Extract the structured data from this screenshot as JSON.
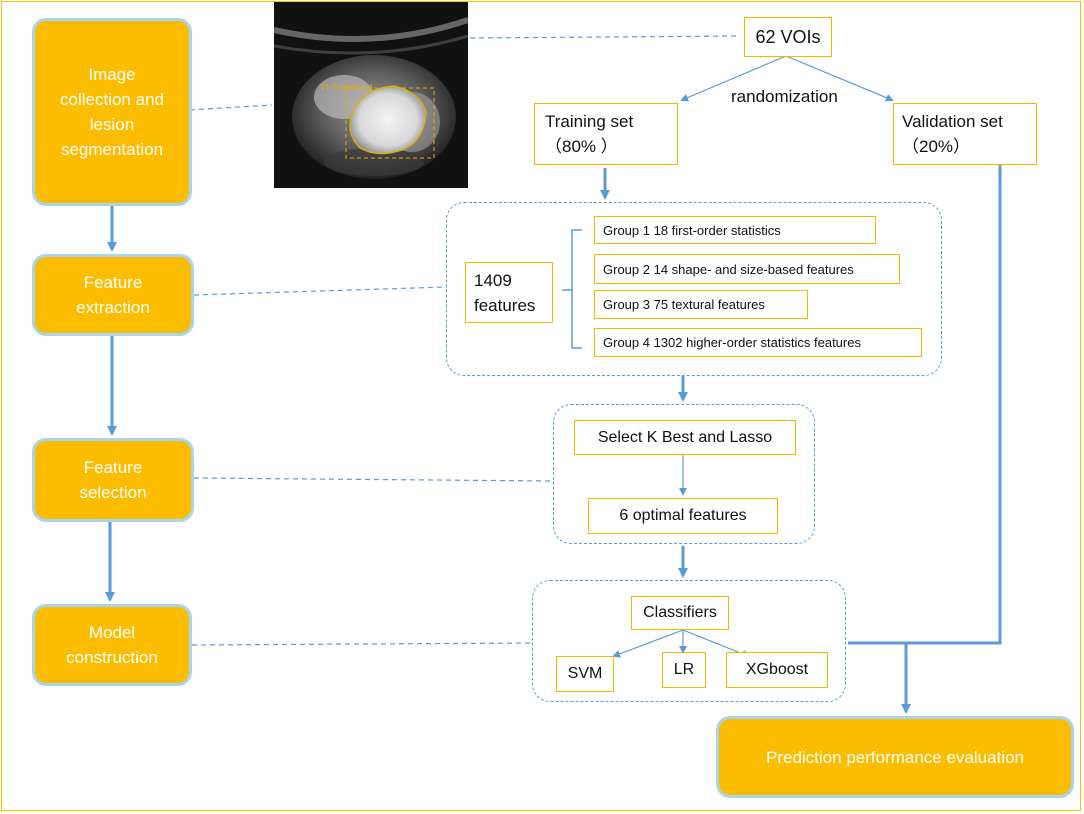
{
  "stages": [
    {
      "id": "image-collection",
      "label": "Image collection and lesion segmentation"
    },
    {
      "id": "feature-extraction",
      "label": "Feature extraction"
    },
    {
      "id": "feature-selection",
      "label": "Feature selection"
    },
    {
      "id": "model-construction",
      "label": "Model construction"
    }
  ],
  "image": {
    "overlay_label": "T1-Tumor1-1-1"
  },
  "vois": "62 VOIs",
  "randomization": "randomization",
  "training": {
    "line1": "Training set",
    "line2": "（80% ）"
  },
  "validation": {
    "line1": "Validation set",
    "line2": "（20%）"
  },
  "features": {
    "total_line1": "1409",
    "total_line2": "features",
    "groups": [
      "Group 1  18 first-order statistics",
      "Group 2  14 shape- and size-based features",
      "Group 3 75 textural features",
      "Group 4  1302 higher-order statistics features"
    ]
  },
  "selection": {
    "method": "Select K Best and Lasso",
    "result": "6 optimal features"
  },
  "classifiers": {
    "title": "Classifiers",
    "items": [
      "SVM",
      "LR",
      "XGboost"
    ]
  },
  "evaluation": "Prediction performance  evaluation",
  "colors": {
    "stage_fill": "#fcbc00",
    "stage_border": "#a9d4f0",
    "box_border": "#f3b800",
    "arrow": "#5b9bd5",
    "frame": "#f5c400"
  }
}
